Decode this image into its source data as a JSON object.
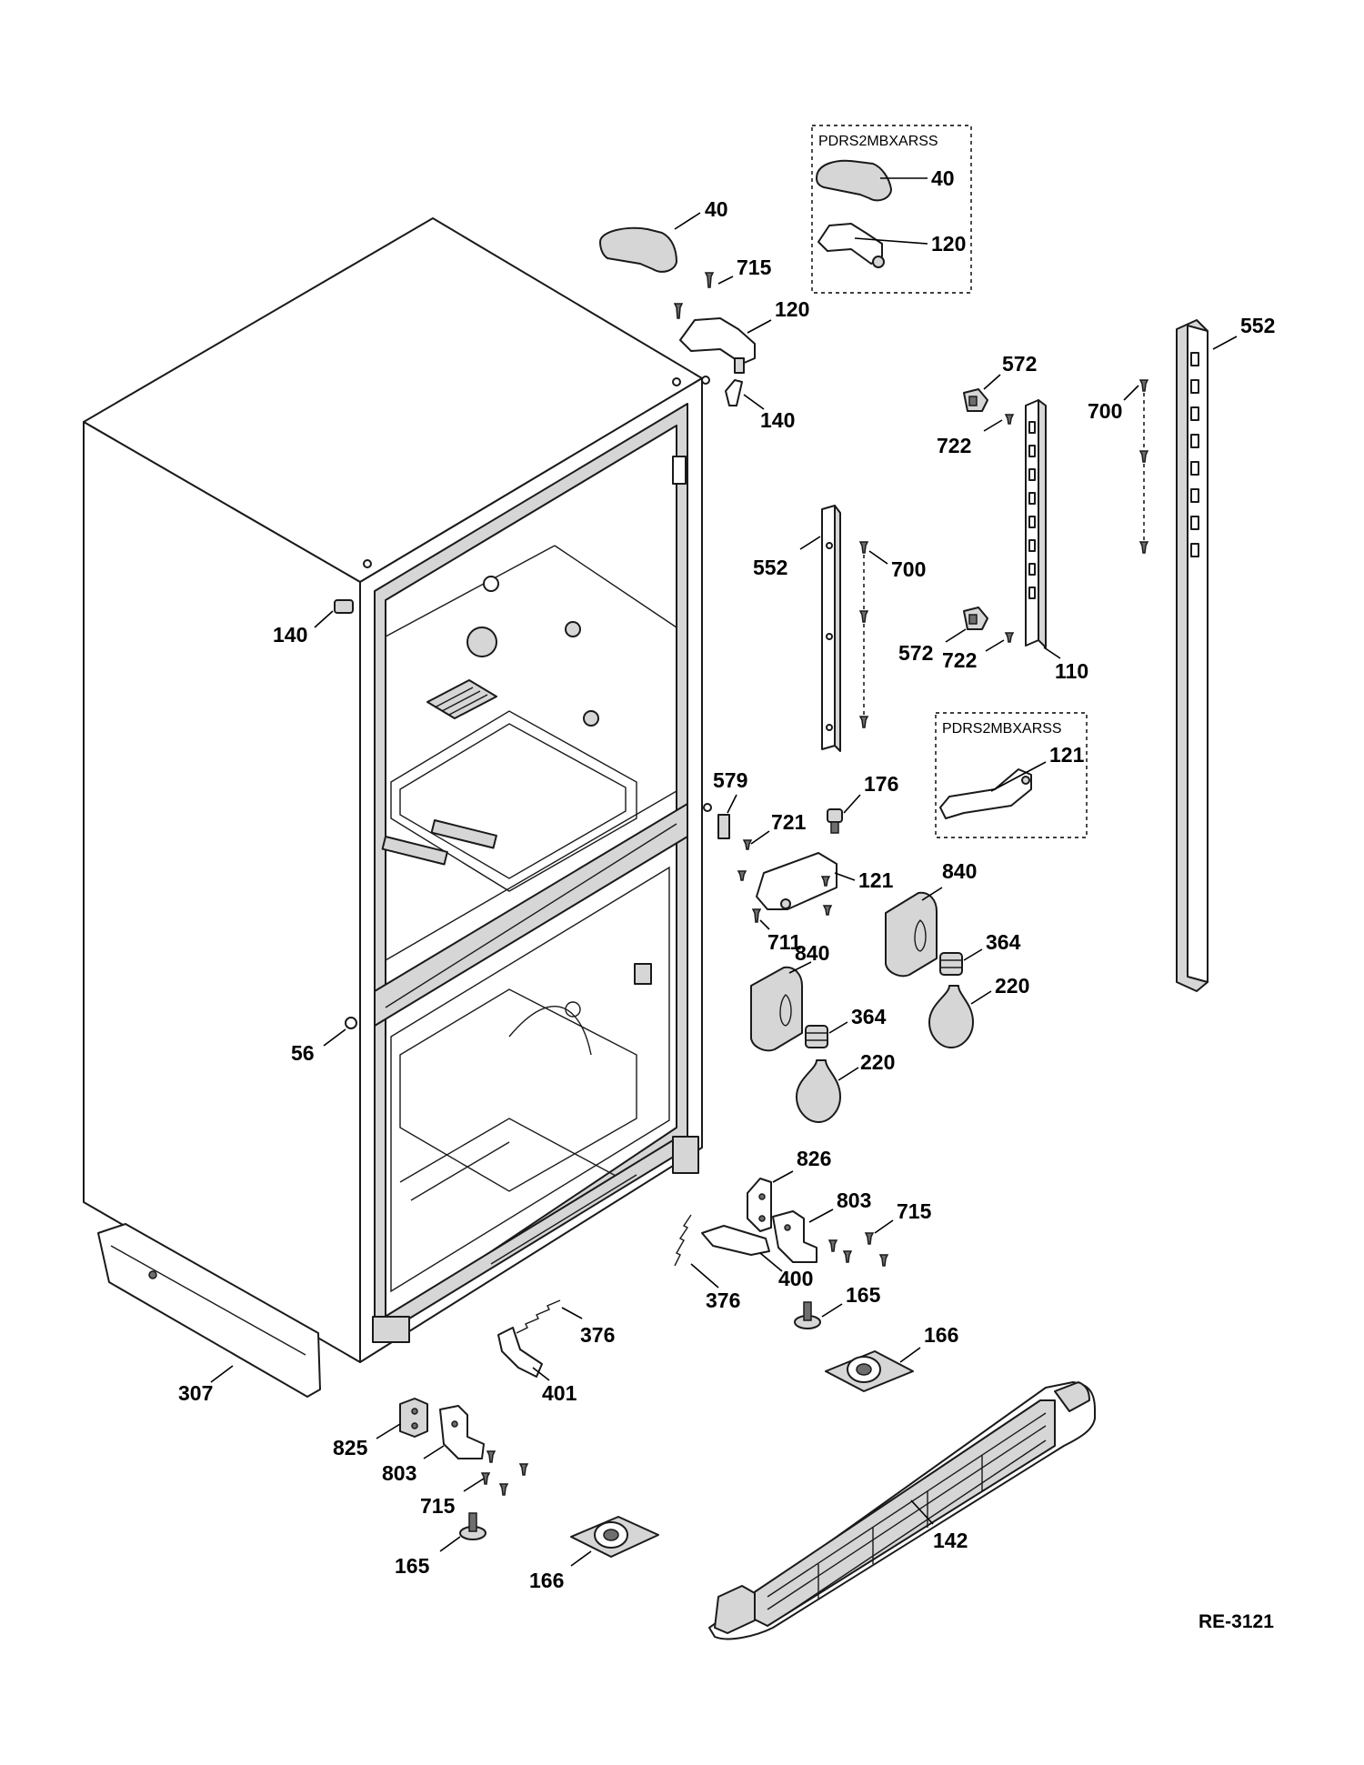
{
  "diagram": {
    "reference_code": "RE-3121",
    "model_boxes": [
      {
        "id": "top",
        "model": "PDRS2MBXARSS",
        "parts": [
          "40",
          "120"
        ]
      },
      {
        "id": "mid",
        "model": "PDRS2MBXARSS",
        "parts": [
          "121"
        ]
      }
    ],
    "callouts": [
      {
        "id": "c40a",
        "label": "40"
      },
      {
        "id": "c715a",
        "label": "715"
      },
      {
        "id": "c120a",
        "label": "120"
      },
      {
        "id": "c140a",
        "label": "140"
      },
      {
        "id": "c140b",
        "label": "140"
      },
      {
        "id": "c572a",
        "label": "572"
      },
      {
        "id": "c722a",
        "label": "722"
      },
      {
        "id": "c700a",
        "label": "700"
      },
      {
        "id": "c552a",
        "label": "552"
      },
      {
        "id": "c552b",
        "label": "552"
      },
      {
        "id": "c700b",
        "label": "700"
      },
      {
        "id": "c572b",
        "label": "572"
      },
      {
        "id": "c722b",
        "label": "722"
      },
      {
        "id": "c110",
        "label": "110"
      },
      {
        "id": "c579",
        "label": "579"
      },
      {
        "id": "c176",
        "label": "176"
      },
      {
        "id": "c721",
        "label": "721"
      },
      {
        "id": "c121",
        "label": "121"
      },
      {
        "id": "c711",
        "label": "711"
      },
      {
        "id": "c840a",
        "label": "840"
      },
      {
        "id": "c840b",
        "label": "840"
      },
      {
        "id": "c364a",
        "label": "364"
      },
      {
        "id": "c364b",
        "label": "364"
      },
      {
        "id": "c220a",
        "label": "220"
      },
      {
        "id": "c220b",
        "label": "220"
      },
      {
        "id": "c56",
        "label": "56"
      },
      {
        "id": "c826",
        "label": "826"
      },
      {
        "id": "c803a",
        "label": "803"
      },
      {
        "id": "c715b",
        "label": "715"
      },
      {
        "id": "c376a",
        "label": "376"
      },
      {
        "id": "c400",
        "label": "400"
      },
      {
        "id": "c165a",
        "label": "165"
      },
      {
        "id": "c166a",
        "label": "166"
      },
      {
        "id": "c376b",
        "label": "376"
      },
      {
        "id": "c401",
        "label": "401"
      },
      {
        "id": "c307",
        "label": "307"
      },
      {
        "id": "c825",
        "label": "825"
      },
      {
        "id": "c803b",
        "label": "803"
      },
      {
        "id": "c715c",
        "label": "715"
      },
      {
        "id": "c165b",
        "label": "165"
      },
      {
        "id": "c166b",
        "label": "166"
      },
      {
        "id": "c142",
        "label": "142"
      },
      {
        "id": "box-top-40",
        "label": "40"
      },
      {
        "id": "box-top-120",
        "label": "120"
      },
      {
        "id": "box-mid-121",
        "label": "121"
      }
    ]
  }
}
